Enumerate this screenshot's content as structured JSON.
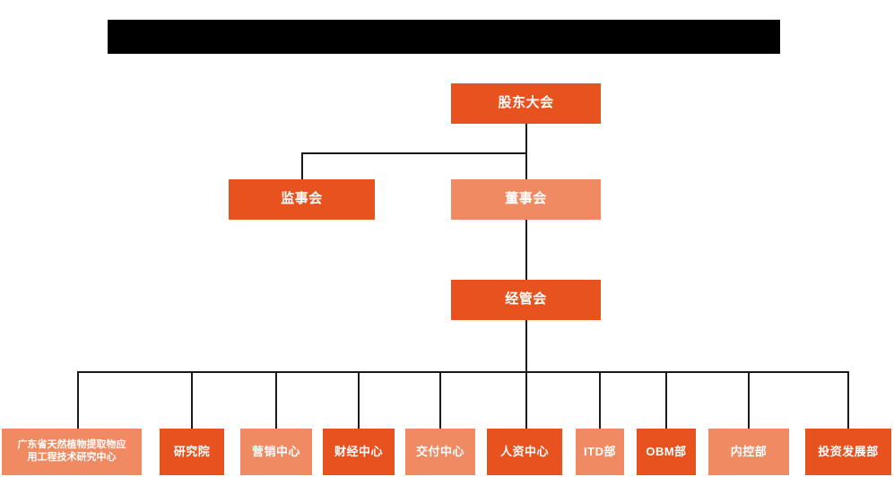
{
  "header": {
    "banner_label": "",
    "banner_color": "#000000"
  },
  "theme": {
    "primary_dark": "#e8521f",
    "primary_light": "#ef8a62",
    "connector_color": "#1a1a1a",
    "background": "#ffffff",
    "node_text_color": "#ffffff"
  },
  "chart_data": {
    "type": "diagram",
    "title": "",
    "nodes": [
      {
        "id": "shareholders",
        "label": "股东大会",
        "level": 0,
        "shade": "dark"
      },
      {
        "id": "supervisors",
        "label": "监事会",
        "level": 1,
        "shade": "dark"
      },
      {
        "id": "directors",
        "label": "董事会",
        "level": 1,
        "shade": "light"
      },
      {
        "id": "management",
        "label": "经管会",
        "level": 2,
        "shade": "dark"
      },
      {
        "id": "leaf0",
        "label": "广东省天然植物提取物应用工程技术研究中心",
        "level": 3,
        "shade": "light"
      },
      {
        "id": "leaf1",
        "label": "研究院",
        "level": 3,
        "shade": "dark"
      },
      {
        "id": "leaf2",
        "label": "营销中心",
        "level": 3,
        "shade": "light"
      },
      {
        "id": "leaf3",
        "label": "财经中心",
        "level": 3,
        "shade": "dark"
      },
      {
        "id": "leaf4",
        "label": "交付中心",
        "level": 3,
        "shade": "light"
      },
      {
        "id": "leaf5",
        "label": "人资中心",
        "level": 3,
        "shade": "dark"
      },
      {
        "id": "leaf6",
        "label": "ITD部",
        "level": 3,
        "shade": "light"
      },
      {
        "id": "leaf7",
        "label": "OBM部",
        "level": 3,
        "shade": "dark"
      },
      {
        "id": "leaf8",
        "label": "内控部",
        "level": 3,
        "shade": "light"
      },
      {
        "id": "leaf9",
        "label": "投资发展部",
        "level": 3,
        "shade": "dark"
      }
    ],
    "edges": [
      {
        "from": "shareholders",
        "to": "supervisors"
      },
      {
        "from": "shareholders",
        "to": "directors"
      },
      {
        "from": "directors",
        "to": "management"
      },
      {
        "from": "management",
        "to": "leaf0"
      },
      {
        "from": "management",
        "to": "leaf1"
      },
      {
        "from": "management",
        "to": "leaf2"
      },
      {
        "from": "management",
        "to": "leaf3"
      },
      {
        "from": "management",
        "to": "leaf4"
      },
      {
        "from": "management",
        "to": "leaf5"
      },
      {
        "from": "management",
        "to": "leaf6"
      },
      {
        "from": "management",
        "to": "leaf7"
      },
      {
        "from": "management",
        "to": "leaf8"
      },
      {
        "from": "management",
        "to": "leaf9"
      }
    ]
  },
  "nodes": {
    "shareholders": "股东大会",
    "supervisors": "监事会",
    "directors": "董事会",
    "management": "经管会",
    "leaf0_line1": "广东省天然植物提取物应",
    "leaf0_line2": "用工程技术研究中心",
    "leaf1": "研究院",
    "leaf2": "营销中心",
    "leaf3": "财经中心",
    "leaf4": "交付中心",
    "leaf5": "人资中心",
    "leaf6": "ITD部",
    "leaf7": "OBM部",
    "leaf8": "内控部",
    "leaf9": "投资发展部"
  }
}
